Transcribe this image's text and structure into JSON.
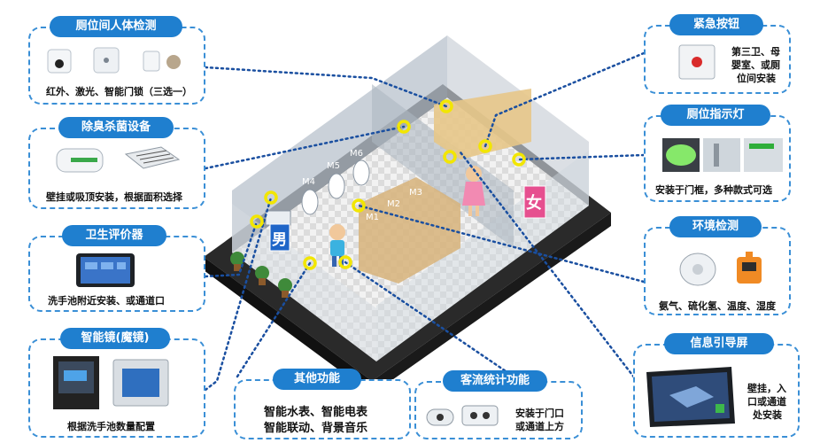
{
  "cards": {
    "body_detect": {
      "title": "厕位间人体检测",
      "caption": "红外、激光、智能门锁（三选一）"
    },
    "deodor": {
      "title": "除臭杀菌设备",
      "caption": "壁挂或吸顶安装，根据面积选择"
    },
    "rating": {
      "title": "卫生评价器",
      "caption": "洗手池附近安装、或通道口"
    },
    "mirror": {
      "title": "智能镜(魔镜)",
      "caption": "根据洗手池数量配置"
    },
    "other": {
      "title": "其他功能",
      "line1": "智能水表、智能电表",
      "line2": "智能联动、背景音乐"
    },
    "flow": {
      "title": "客流统计功能",
      "line1": "安装于门口",
      "line2": "或通道上方"
    },
    "emergency": {
      "title": "紧急按钮",
      "line1": "第三卫、母",
      "line2": "婴室、或厕",
      "line3": "位间安装"
    },
    "indicator": {
      "title": "厕位指示灯",
      "caption": "安装于门框，多种款式可选"
    },
    "env": {
      "title": "环境检测",
      "caption": "氨气、硫化氢、温度、湿度"
    },
    "screen": {
      "title": "信息引导屏",
      "line1": "壁挂，入",
      "line2": "口或通道",
      "line3": "处安装"
    }
  },
  "scene": {
    "male_sign": "男",
    "female_sign": "女",
    "urinals": [
      "M4",
      "M5",
      "M6"
    ],
    "stalls": [
      "M1",
      "M2",
      "M3"
    ]
  },
  "colors": {
    "accent": "#1f7fcf",
    "dash": "#3a8fd6",
    "connector": "#1a4fa0",
    "dot": "#f2e600"
  },
  "icons": [
    "sensor-icon",
    "deodorizer-icon",
    "tablet-icon",
    "mirror-icon",
    "emergency-button-icon",
    "indicator-light-icon",
    "gas-sensor-icon",
    "guide-screen-icon",
    "camera-icon"
  ]
}
